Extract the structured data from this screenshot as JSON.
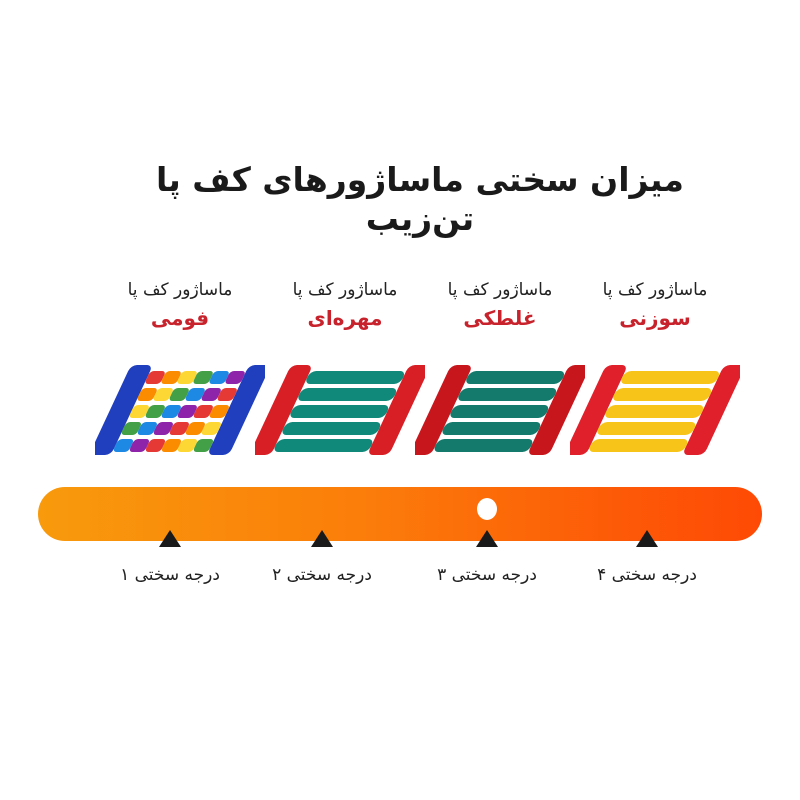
{
  "title": "میزان سختی ماساژورهای کف پا تن‌زیب",
  "products": [
    {
      "subtitle": "ماساژور کف پا",
      "name": "فومی",
      "icon": "foam-roller-massager-icon",
      "frame": "#1f3fbf",
      "rollers": [
        "#e53935",
        "#fb8c00",
        "#fdd835",
        "#43a047",
        "#1e88e5",
        "#8e24aa"
      ]
    },
    {
      "subtitle": "ماساژور کف پا",
      "name": "مهره‌ای",
      "icon": "bead-roller-massager-icon",
      "frame": "#d81f26",
      "rollers": [
        "#11897a"
      ]
    },
    {
      "subtitle": "ماساژور کف پا",
      "name": "غلطکی",
      "icon": "cylinder-roller-massager-icon",
      "frame": "#c8161d",
      "rollers": [
        "#147a6c"
      ]
    },
    {
      "subtitle": "ماساژور کف پا",
      "name": "سوزنی",
      "icon": "spiky-roller-massager-icon",
      "frame": "#e0202a",
      "rollers": [
        "#f7c51a"
      ]
    }
  ],
  "levels": [
    "درجه سختی ۱",
    "درجه سختی ۲",
    "درجه سختی ۳",
    "درجه سختی ۴"
  ],
  "current_level": 3
}
